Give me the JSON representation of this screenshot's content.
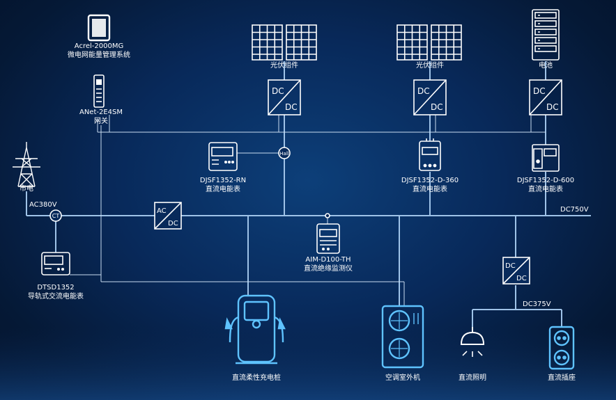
{
  "labels": {
    "ems_model": "Acrel-2000MG",
    "ems_name": "微电网能量管理系统",
    "gateway_model": "ANet-2E4SM",
    "gateway_name": "网关",
    "pv1": "光伏组件",
    "pv2": "光伏组件",
    "battery": "电池",
    "grid": "市电",
    "ac380": "AC380V",
    "ct": "CT",
    "dc750": "DC750V",
    "dc375": "DC375V",
    "hall": "Hall",
    "meter_rn_model": "DJSF1352-RN",
    "meter_rn_name": "直流电能表",
    "meter_360_model": "DJSF1352-D-360",
    "meter_360_name": "直流电能表",
    "meter_600_model": "DJSF1352-D-600",
    "meter_600_name": "直流电能表",
    "dtsd_model": "DTSD1352",
    "dtsd_name": "导轨式交流电能表",
    "aim_model": "AIM-D100-TH",
    "aim_name": "直流绝缘监测仪",
    "charger": "直流柔性充电桩",
    "ac_outdoor": "空调室外机",
    "lighting": "直流照明",
    "socket": "直流插座"
  },
  "converters": {
    "dc_dc_in": "DC",
    "dc_dc_out": "DC",
    "ac_dc_in": "AC",
    "ac_dc_out": "DC"
  },
  "colors": {
    "line": "#9fc3e8",
    "accent": "#5fc3ff",
    "background": "#082a5b"
  }
}
